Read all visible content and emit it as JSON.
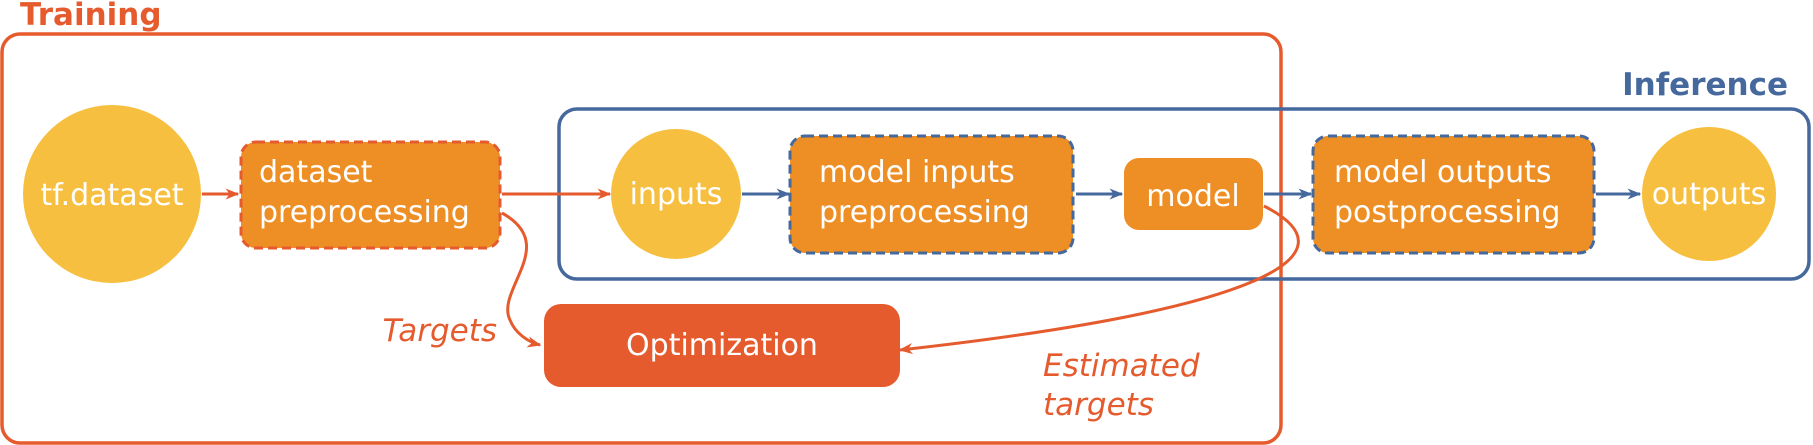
{
  "colors": {
    "training": "#e55b2e",
    "inference": "#45689d",
    "circle_fill": "#f7bf3f",
    "box_fill": "#ee8f25",
    "optimization_fill": "#e55b2e",
    "text_on_shape": "#ffffff"
  },
  "training": {
    "title": "Training"
  },
  "inference": {
    "title": "Inference"
  },
  "nodes": {
    "tf_dataset": {
      "label": "tf.dataset"
    },
    "dataset_preprocessing": {
      "lines": [
        "dataset",
        "preprocessing"
      ]
    },
    "inputs": {
      "label": "inputs"
    },
    "model_inputs_preprocessing": {
      "lines": [
        "model inputs",
        "preprocessing"
      ]
    },
    "model": {
      "label": "model"
    },
    "model_outputs_postprocessing": {
      "lines": [
        "model outputs",
        "postprocessing"
      ]
    },
    "outputs": {
      "label": "outputs"
    },
    "optimization": {
      "label": "Optimization"
    }
  },
  "edge_labels": {
    "targets": "Targets",
    "estimated_targets": [
      "Estimated",
      "targets"
    ]
  }
}
